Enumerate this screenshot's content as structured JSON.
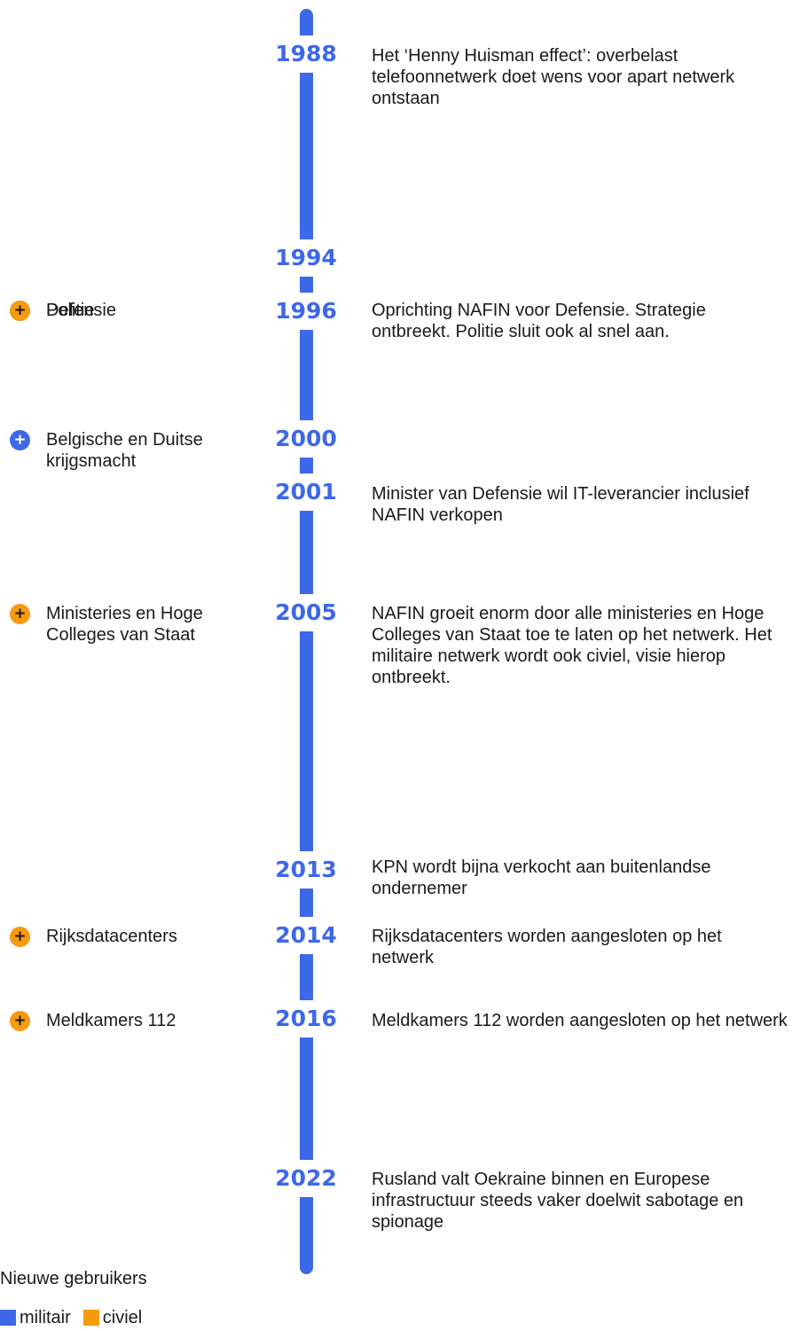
{
  "colors": {
    "militair": "#3d68e8",
    "civiel": "#f79a0e",
    "line": "#3d68e8"
  },
  "events": [
    {
      "year": "1988",
      "text": "Het ‘Henny Huisman effect’: overbelast telefoonnetwerk doet wens voor apart netwerk ontstaan"
    },
    {
      "year": "1994",
      "text": ""
    },
    {
      "year": "1996",
      "text": "Oprichting NAFIN voor Defensie. Strategie ontbreekt. Politie sluit ook al snel aan."
    },
    {
      "year": "2000",
      "text": ""
    },
    {
      "year": "2001",
      "text": "Minister van Defensie wil IT-leverancier inclusief NAFIN verkopen"
    },
    {
      "year": "2005",
      "text": "NAFIN groeit enorm door alle ministeries en Hoge Colleges van Staat toe te laten op het netwerk. Het militaire netwerk wordt ook civiel, visie hierop ontbreekt."
    },
    {
      "year": "2013",
      "text": "KPN wordt bijna verkocht aan buitenlandse ondernemer"
    },
    {
      "year": "2014",
      "text": "Rijksdatacenters worden aangesloten op het netwerk"
    },
    {
      "year": "2016",
      "text": "Meldkamers 112 worden aangesloten op het netwerk"
    },
    {
      "year": "2022",
      "text": "Rusland valt Oekraine binnen en Europese infrastructuur steeds vaker doelwit sabotage en spionage"
    }
  ],
  "new_users": [
    {
      "year": "1994",
      "label": "Defensie",
      "type": "militair",
      "icon": "plus-icon"
    },
    {
      "year": "1996",
      "label": "Politie",
      "type": "civiel",
      "icon": "plus-icon"
    },
    {
      "year": "2000",
      "label": "Belgische en Duitse krijgsmacht",
      "type": "militair",
      "icon": "plus-icon"
    },
    {
      "year": "2005",
      "label": "Ministeries en Hoge Colleges van Staat",
      "type": "civiel",
      "icon": "plus-icon"
    },
    {
      "year": "2014",
      "label": "Rijksdatacenters",
      "type": "civiel",
      "icon": "plus-icon"
    },
    {
      "year": "2016",
      "label": "Meldkamers 112",
      "type": "civiel",
      "icon": "plus-icon"
    }
  ],
  "legend": {
    "title": "Nieuwe gebruikers",
    "items": [
      {
        "label": "militair",
        "color": "#3d68e8"
      },
      {
        "label": "civiel",
        "color": "#f79a0e"
      }
    ]
  }
}
